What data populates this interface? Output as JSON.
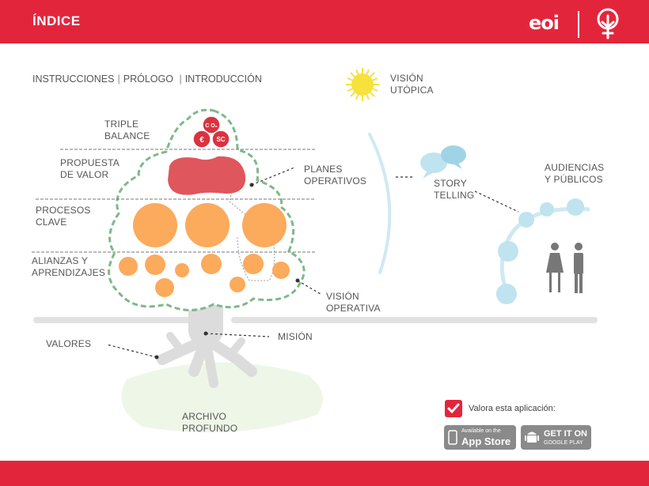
{
  "header": {
    "title": "ÍNDICE",
    "logo_text": "eoi"
  },
  "nav": {
    "items": [
      "INSTRUCCIONES",
      "PRÓLOGO",
      "INTRODUCCIÓN"
    ],
    "separator": "|"
  },
  "labels": {
    "vision_utopica": "VISIÓN\nUTÓPICA",
    "triple_balance": "TRIPLE\nBALANCE",
    "propuesta_valor": "PROPUESTA\nDE VALOR",
    "procesos_clave": "PROCESOS\nCLAVE",
    "alianzas": "ALIANZAS Y\nAPRENDIZAJES",
    "planes_operativos": "PLANES\nOPERATIVOS",
    "vision_operativa": "VISIÓN\nOPERATIVA",
    "mision": "MISIÓN",
    "valores": "VALORES",
    "archivo_profundo": "ARCHIVO\nPROFUNDO",
    "story_telling": "STORY\nTELLING",
    "audiencias": "AUDIENCIAS\nY PÚBLICOS"
  },
  "balance_icons": {
    "co2": "C O₂",
    "euro": "€",
    "sc": "SC"
  },
  "rate": {
    "text": "Valora esta aplicación:"
  },
  "stores": {
    "apple": {
      "small": "Available on the",
      "big": "App Store"
    },
    "google": {
      "big": "GET IT ON",
      "small": "GOOGLE PLAY"
    }
  },
  "colors": {
    "brand_red": "#e3253c",
    "orange": "#fcaa5c",
    "value_red": "#e0565d",
    "light_blue": "#bfe3ef",
    "green_dashed": "#7fb88a"
  }
}
